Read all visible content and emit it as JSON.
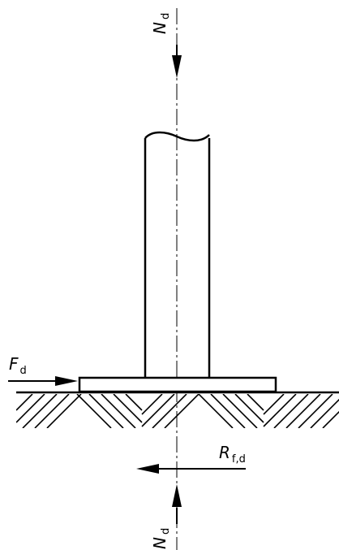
{
  "labels": {
    "normal_force_top": {
      "main": "N",
      "sub": "d"
    },
    "normal_force_bottom": {
      "main": "N",
      "sub": "d"
    },
    "horizontal_force": {
      "main": "F",
      "sub": "d"
    },
    "friction_resistance": {
      "main": "R",
      "sub": "f,d"
    }
  },
  "colors": {
    "line": "#000000",
    "background": "#ffffff"
  }
}
